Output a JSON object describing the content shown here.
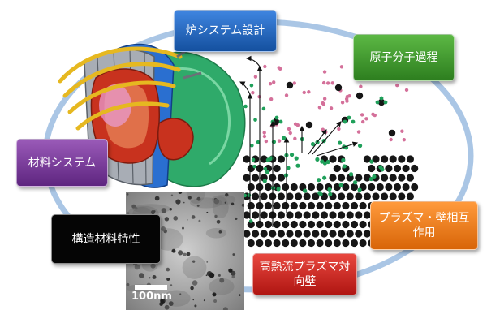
{
  "labels": {
    "furnace_system_design": "炉システム設計",
    "atomic_molecular_process": "原子分子過程",
    "material_system": "材料システム",
    "structural_material_properties": "構造材料特性",
    "plasma_wall_interaction": [
      "プラズマ・壁相互",
      "作用"
    ],
    "high_heat_flux_wall": [
      "高熱流プラズマ対",
      "向壁"
    ]
  },
  "micrograph": {
    "scale_label": "100nm"
  },
  "colors": {
    "blue": "#1e62c4",
    "green": "#3b9c2a",
    "purple": "#7c3a9c",
    "black": "#050505",
    "orange": "#f07d16",
    "red": "#d3231e",
    "ring": "#8fb1d8",
    "lattice": "#161616",
    "ion": "#1fa05a",
    "particle": "#d4709a"
  }
}
